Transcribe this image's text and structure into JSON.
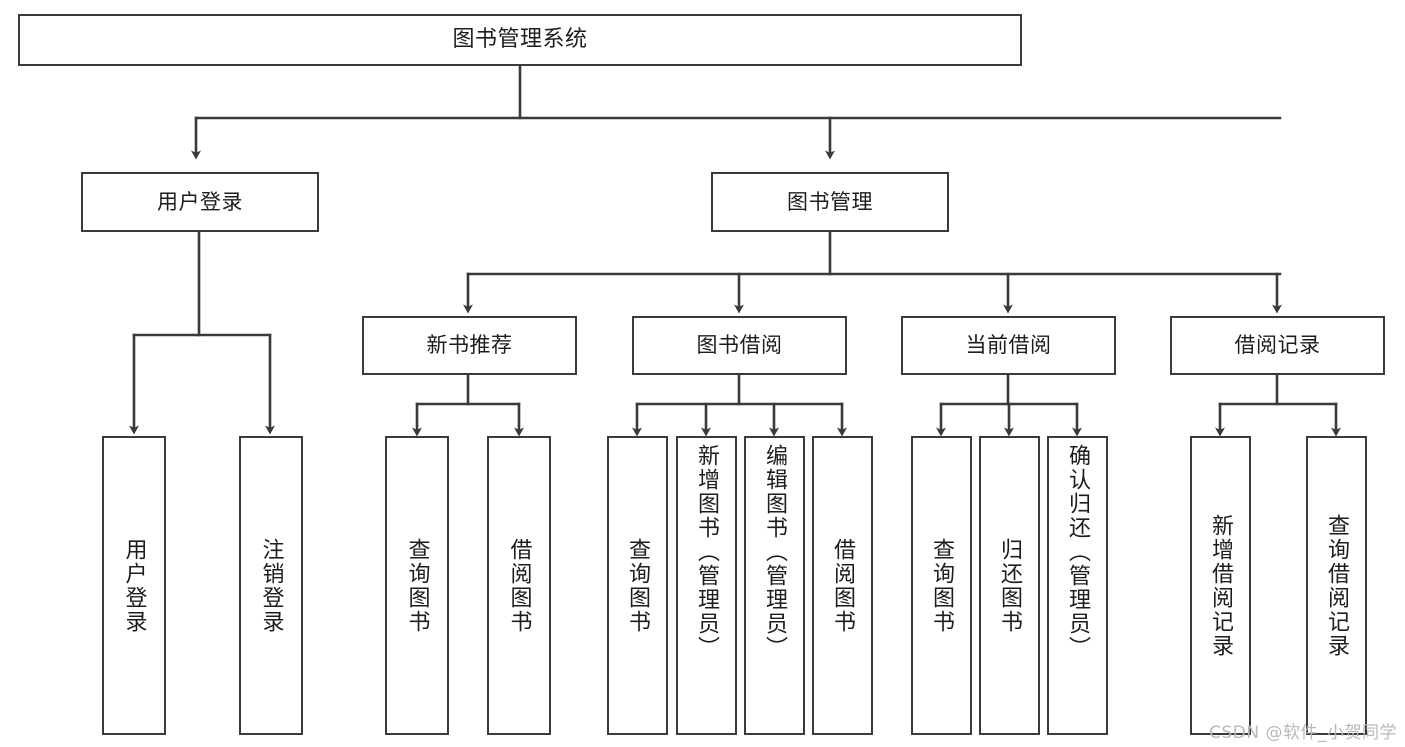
{
  "diagram": {
    "type": "tree",
    "title": "图书管理系统",
    "orientation": "top-down",
    "edge_style": "orthogonal-arrow",
    "colors": {
      "background": "#ffffff",
      "node_fill": "#ffffff",
      "node_border": "#3a3a3a",
      "edge": "#3a3a3a",
      "text": "#1d1d1d",
      "watermark": "#b9b9b9"
    },
    "nodes": {
      "root": {
        "label": "图书管理系统"
      },
      "level2": [
        {
          "id": "user-login",
          "label": "用户登录"
        },
        {
          "id": "book-manage",
          "label": "图书管理"
        }
      ],
      "level3": [
        {
          "id": "new-book-rec",
          "label": "新书推荐"
        },
        {
          "id": "book-borrow",
          "label": "图书借阅"
        },
        {
          "id": "current-borrow",
          "label": "当前借阅"
        },
        {
          "id": "borrow-record",
          "label": "借阅记录"
        }
      ],
      "leaves": {
        "user_login": [
          {
            "id": "leaf-user-login",
            "label": "用户登录"
          },
          {
            "id": "leaf-logout-login",
            "label": "注销登录"
          }
        ],
        "new_book_rec": [
          {
            "id": "leaf-query-book-1",
            "label": "查询图书"
          },
          {
            "id": "leaf-borrow-book-1",
            "label": "借阅图书"
          }
        ],
        "book_borrow": [
          {
            "id": "leaf-query-book-2",
            "label": "查询图书"
          },
          {
            "id": "leaf-add-book",
            "label": "新增图书（管理员）"
          },
          {
            "id": "leaf-edit-book",
            "label": "编辑图书（管理员）"
          },
          {
            "id": "leaf-borrow-book-2",
            "label": "借阅图书"
          }
        ],
        "current_borrow": [
          {
            "id": "leaf-query-book-3",
            "label": "查询图书"
          },
          {
            "id": "leaf-return-book",
            "label": "归还图书"
          },
          {
            "id": "leaf-confirm-return",
            "label": "确认归还（管理员）"
          }
        ],
        "borrow_record": [
          {
            "id": "leaf-add-record",
            "label": "新增借阅记录"
          },
          {
            "id": "leaf-query-record",
            "label": "查询借阅记录"
          }
        ]
      }
    }
  },
  "watermark": {
    "text": "CSDN @软件_小贺同学"
  }
}
